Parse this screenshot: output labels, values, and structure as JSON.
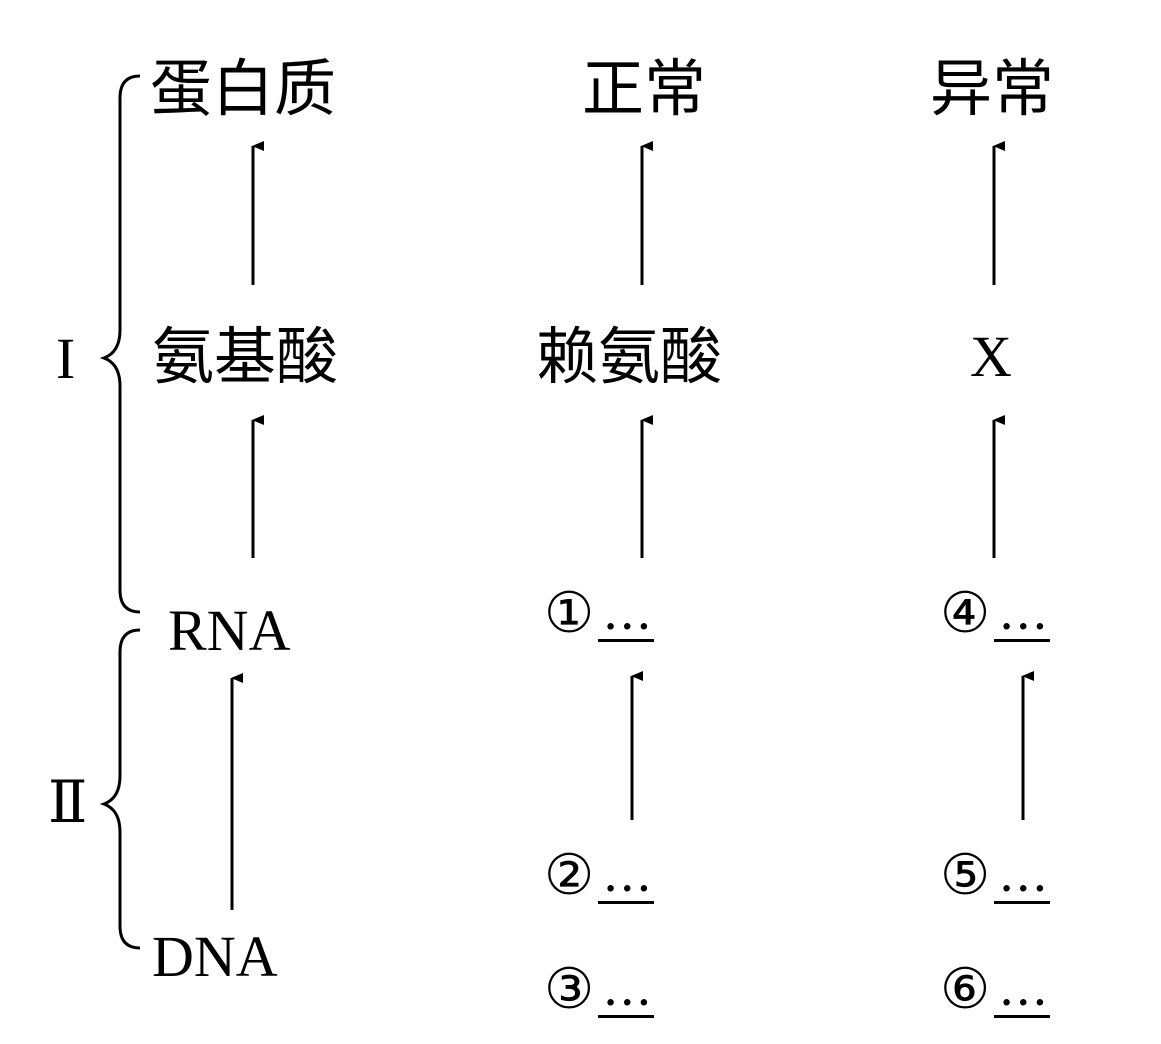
{
  "left_column": {
    "protein": "蛋白质",
    "amino_acid": "氨基酸",
    "rna": "RNA",
    "dna": "DNA"
  },
  "brackets": {
    "stage_1": "I",
    "stage_2": "Ⅱ"
  },
  "middle_column": {
    "top": "正常",
    "amino_acid": "赖氨酸",
    "item_1": {
      "mark": "①",
      "blank": "…"
    },
    "item_2": {
      "mark": "②",
      "blank": "…"
    },
    "item_3": {
      "mark": "③",
      "blank": "…"
    }
  },
  "right_column": {
    "top": "异常",
    "amino_acid": "X",
    "item_4": {
      "mark": "④",
      "blank": "…"
    },
    "item_5": {
      "mark": "⑤",
      "blank": "…"
    },
    "item_6": {
      "mark": "⑥",
      "blank": "…"
    }
  }
}
